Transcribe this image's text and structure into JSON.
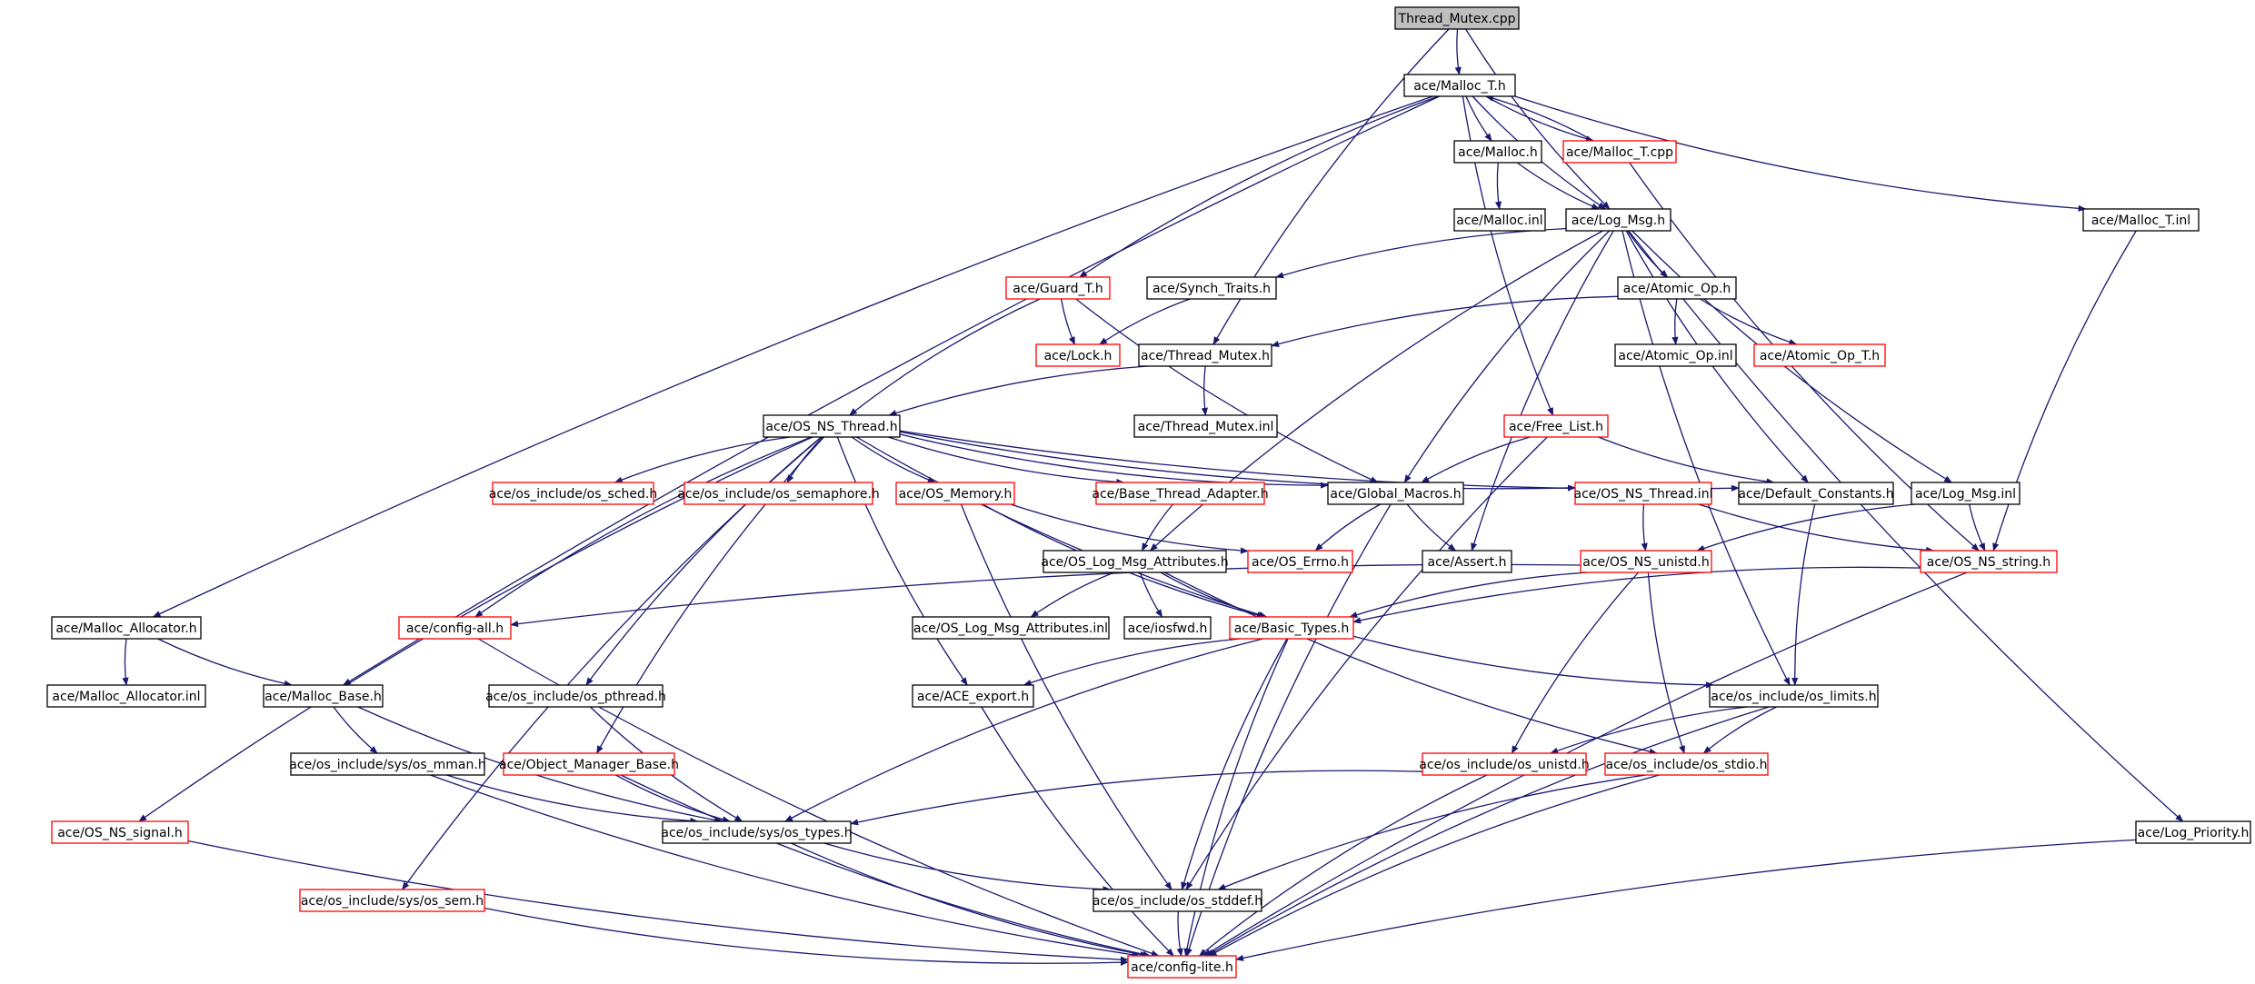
{
  "colors": {
    "edge": "#191970",
    "documented_border": "#000000",
    "undocumented_border": "#ff0000",
    "root_fill": "#bfbfbf"
  },
  "nodes": [
    {
      "id": "thread_mutex_cpp",
      "label": "Thread_Mutex.cpp",
      "style": "root"
    },
    {
      "id": "malloc_t_h",
      "label": "ace/Malloc_T.h",
      "style": "black"
    },
    {
      "id": "malloc_h",
      "label": "ace/Malloc.h",
      "style": "black"
    },
    {
      "id": "malloc_t_cpp",
      "label": "ace/Malloc_T.cpp",
      "style": "red"
    },
    {
      "id": "malloc_inl",
      "label": "ace/Malloc.inl",
      "style": "black"
    },
    {
      "id": "log_msg_h",
      "label": "ace/Log_Msg.h",
      "style": "black"
    },
    {
      "id": "malloc_t_inl",
      "label": "ace/Malloc_T.inl",
      "style": "black"
    },
    {
      "id": "guard_t_h",
      "label": "ace/Guard_T.h",
      "style": "red"
    },
    {
      "id": "synch_traits_h",
      "label": "ace/Synch_Traits.h",
      "style": "black"
    },
    {
      "id": "atomic_op_h",
      "label": "ace/Atomic_Op.h",
      "style": "black"
    },
    {
      "id": "lock_h",
      "label": "ace/Lock.h",
      "style": "red"
    },
    {
      "id": "thread_mutex_h",
      "label": "ace/Thread_Mutex.h",
      "style": "black"
    },
    {
      "id": "atomic_op_inl",
      "label": "ace/Atomic_Op.inl",
      "style": "black"
    },
    {
      "id": "atomic_op_t_h",
      "label": "ace/Atomic_Op_T.h",
      "style": "red"
    },
    {
      "id": "os_ns_thread_h",
      "label": "ace/OS_NS_Thread.h",
      "style": "black"
    },
    {
      "id": "thread_mutex_inl",
      "label": "ace/Thread_Mutex.inl",
      "style": "black"
    },
    {
      "id": "free_list_h",
      "label": "ace/Free_List.h",
      "style": "red"
    },
    {
      "id": "os_sched_h",
      "label": "ace/os_include/os_sched.h",
      "style": "red"
    },
    {
      "id": "os_semaphore_h",
      "label": "ace/os_include/os_semaphore.h",
      "style": "red"
    },
    {
      "id": "os_memory_h",
      "label": "ace/OS_Memory.h",
      "style": "red"
    },
    {
      "id": "base_thread_adapter_h",
      "label": "ace/Base_Thread_Adapter.h",
      "style": "red"
    },
    {
      "id": "global_macros_h",
      "label": "ace/Global_Macros.h",
      "style": "black"
    },
    {
      "id": "os_ns_thread_inl",
      "label": "ace/OS_NS_Thread.inl",
      "style": "red"
    },
    {
      "id": "default_constants_h",
      "label": "ace/Default_Constants.h",
      "style": "black"
    },
    {
      "id": "log_msg_inl",
      "label": "ace/Log_Msg.inl",
      "style": "black"
    },
    {
      "id": "os_log_msg_attributes_h",
      "label": "ace/OS_Log_Msg_Attributes.h",
      "style": "black"
    },
    {
      "id": "os_errno_h",
      "label": "ace/OS_Errno.h",
      "style": "red"
    },
    {
      "id": "assert_h",
      "label": "ace/Assert.h",
      "style": "black"
    },
    {
      "id": "os_ns_unistd_h",
      "label": "ace/OS_NS_unistd.h",
      "style": "red"
    },
    {
      "id": "os_ns_string_h",
      "label": "ace/OS_NS_string.h",
      "style": "red"
    },
    {
      "id": "malloc_allocator_h",
      "label": "ace/Malloc_Allocator.h",
      "style": "black"
    },
    {
      "id": "config_all_h",
      "label": "ace/config-all.h",
      "style": "red"
    },
    {
      "id": "os_log_msg_attributes_inl",
      "label": "ace/OS_Log_Msg_Attributes.inl",
      "style": "black"
    },
    {
      "id": "iosfwd_h",
      "label": "ace/iosfwd.h",
      "style": "black"
    },
    {
      "id": "basic_types_h",
      "label": "ace/Basic_Types.h",
      "style": "red"
    },
    {
      "id": "malloc_allocator_inl",
      "label": "ace/Malloc_Allocator.inl",
      "style": "black"
    },
    {
      "id": "malloc_base_h",
      "label": "ace/Malloc_Base.h",
      "style": "black"
    },
    {
      "id": "os_pthread_h",
      "label": "ace/os_include/os_pthread.h",
      "style": "black"
    },
    {
      "id": "ace_export_h",
      "label": "ace/ACE_export.h",
      "style": "black"
    },
    {
      "id": "os_limits_h",
      "label": "ace/os_include/os_limits.h",
      "style": "black"
    },
    {
      "id": "sys_os_mman_h",
      "label": "ace/os_include/sys/os_mman.h",
      "style": "black"
    },
    {
      "id": "object_manager_base_h",
      "label": "ace/Object_Manager_Base.h",
      "style": "red"
    },
    {
      "id": "os_unistd_h",
      "label": "ace/os_include/os_unistd.h",
      "style": "red"
    },
    {
      "id": "os_stdio_h",
      "label": "ace/os_include/os_stdio.h",
      "style": "red"
    },
    {
      "id": "os_ns_signal_h",
      "label": "ace/OS_NS_signal.h",
      "style": "red"
    },
    {
      "id": "sys_os_types_h",
      "label": "ace/os_include/sys/os_types.h",
      "style": "black"
    },
    {
      "id": "log_priority_h",
      "label": "ace/Log_Priority.h",
      "style": "black"
    },
    {
      "id": "sys_os_sem_h",
      "label": "ace/os_include/sys/os_sem.h",
      "style": "red"
    },
    {
      "id": "os_stddef_h",
      "label": "ace/os_include/os_stddef.h",
      "style": "black"
    },
    {
      "id": "config_lite_h",
      "label": "ace/config-lite.h",
      "style": "red"
    }
  ],
  "edges": [
    [
      "thread_mutex_cpp",
      "malloc_t_h"
    ],
    [
      "thread_mutex_cpp",
      "log_msg_h"
    ],
    [
      "thread_mutex_cpp",
      "thread_mutex_h"
    ],
    [
      "malloc_t_h",
      "malloc_h"
    ],
    [
      "malloc_t_h",
      "malloc_t_cpp"
    ],
    [
      "malloc_t_h",
      "malloc_t_inl"
    ],
    [
      "malloc_t_h",
      "guard_t_h"
    ],
    [
      "malloc_t_h",
      "free_list_h"
    ],
    [
      "malloc_t_h",
      "log_msg_h"
    ],
    [
      "malloc_t_h",
      "malloc_allocator_h"
    ],
    [
      "malloc_t_h",
      "malloc_base_h"
    ],
    [
      "malloc_t_cpp",
      "malloc_t_h"
    ],
    [
      "malloc_t_cpp",
      "os_ns_string_h"
    ],
    [
      "malloc_h",
      "malloc_inl"
    ],
    [
      "malloc_h",
      "log_msg_h"
    ],
    [
      "log_msg_h",
      "synch_traits_h"
    ],
    [
      "log_msg_h",
      "atomic_op_h"
    ],
    [
      "log_msg_h",
      "global_macros_h"
    ],
    [
      "log_msg_h",
      "default_constants_h"
    ],
    [
      "log_msg_h",
      "log_msg_inl"
    ],
    [
      "log_msg_h",
      "os_log_msg_attributes_h"
    ],
    [
      "log_msg_h",
      "assert_h"
    ],
    [
      "log_msg_h",
      "os_limits_h"
    ],
    [
      "log_msg_h",
      "log_priority_h"
    ],
    [
      "malloc_t_inl",
      "os_ns_string_h"
    ],
    [
      "guard_t_h",
      "lock_h"
    ],
    [
      "guard_t_h",
      "os_ns_thread_h"
    ],
    [
      "guard_t_h",
      "global_macros_h"
    ],
    [
      "synch_traits_h",
      "lock_h"
    ],
    [
      "atomic_op_h",
      "thread_mutex_h"
    ],
    [
      "atomic_op_h",
      "atomic_op_inl"
    ],
    [
      "atomic_op_h",
      "atomic_op_t_h"
    ],
    [
      "thread_mutex_h",
      "os_ns_thread_h"
    ],
    [
      "thread_mutex_h",
      "thread_mutex_inl"
    ],
    [
      "os_ns_thread_h",
      "os_sched_h"
    ],
    [
      "os_ns_thread_h",
      "os_semaphore_h"
    ],
    [
      "os_ns_thread_h",
      "os_memory_h"
    ],
    [
      "os_ns_thread_h",
      "base_thread_adapter_h"
    ],
    [
      "os_ns_thread_h",
      "global_macros_h"
    ],
    [
      "os_ns_thread_h",
      "os_ns_thread_inl"
    ],
    [
      "os_ns_thread_h",
      "default_constants_h"
    ],
    [
      "os_ns_thread_h",
      "config_all_h"
    ],
    [
      "os_ns_thread_h",
      "ace_export_h"
    ],
    [
      "os_ns_thread_h",
      "os_pthread_h"
    ],
    [
      "os_ns_thread_h",
      "object_manager_base_h"
    ],
    [
      "os_ns_thread_h",
      "sys_os_sem_h"
    ],
    [
      "os_ns_thread_h",
      "os_ns_signal_h"
    ],
    [
      "os_ns_thread_h",
      "basic_types_h"
    ],
    [
      "free_list_h",
      "global_macros_h"
    ],
    [
      "free_list_h",
      "default_constants_h"
    ],
    [
      "free_list_h",
      "os_stddef_h"
    ],
    [
      "os_memory_h",
      "os_errno_h"
    ],
    [
      "os_memory_h",
      "basic_types_h"
    ],
    [
      "os_memory_h",
      "os_stddef_h"
    ],
    [
      "base_thread_adapter_h",
      "os_log_msg_attributes_h"
    ],
    [
      "global_macros_h",
      "os_errno_h"
    ],
    [
      "global_macros_h",
      "assert_h"
    ],
    [
      "global_macros_h",
      "config_lite_h"
    ],
    [
      "os_ns_thread_inl",
      "os_ns_unistd_h"
    ],
    [
      "os_ns_thread_inl",
      "os_ns_string_h"
    ],
    [
      "default_constants_h",
      "os_limits_h"
    ],
    [
      "log_msg_inl",
      "os_ns_string_h"
    ],
    [
      "log_msg_inl",
      "os_ns_unistd_h"
    ],
    [
      "os_log_msg_attributes_h",
      "os_log_msg_attributes_inl"
    ],
    [
      "os_log_msg_attributes_h",
      "iosfwd_h"
    ],
    [
      "os_log_msg_attributes_h",
      "basic_types_h"
    ],
    [
      "os_log_msg_attributes_h",
      "os_stdio_h"
    ],
    [
      "os_ns_unistd_h",
      "config_all_h"
    ],
    [
      "os_ns_unistd_h",
      "basic_types_h"
    ],
    [
      "os_ns_unistd_h",
      "os_unistd_h"
    ],
    [
      "os_ns_unistd_h",
      "os_stdio_h"
    ],
    [
      "os_ns_string_h",
      "basic_types_h"
    ],
    [
      "os_ns_string_h",
      "config_lite_h"
    ],
    [
      "malloc_allocator_h",
      "malloc_allocator_inl"
    ],
    [
      "malloc_allocator_h",
      "malloc_base_h"
    ],
    [
      "config_all_h",
      "config_lite_h"
    ],
    [
      "basic_types_h",
      "ace_export_h"
    ],
    [
      "basic_types_h",
      "os_limits_h"
    ],
    [
      "basic_types_h",
      "sys_os_types_h"
    ],
    [
      "basic_types_h",
      "os_stddef_h"
    ],
    [
      "basic_types_h",
      "config_lite_h"
    ],
    [
      "malloc_base_h",
      "sys_os_mman_h"
    ],
    [
      "malloc_base_h",
      "sys_os_types_h"
    ],
    [
      "os_pthread_h",
      "sys_os_types_h"
    ],
    [
      "ace_export_h",
      "config_lite_h"
    ],
    [
      "os_limits_h",
      "os_unistd_h"
    ],
    [
      "os_limits_h",
      "os_stdio_h"
    ],
    [
      "os_limits_h",
      "config_lite_h"
    ],
    [
      "sys_os_mman_h",
      "sys_os_types_h"
    ],
    [
      "sys_os_mman_h",
      "config_lite_h"
    ],
    [
      "object_manager_base_h",
      "sys_os_types_h"
    ],
    [
      "object_manager_base_h",
      "config_lite_h"
    ],
    [
      "os_unistd_h",
      "sys_os_types_h"
    ],
    [
      "os_unistd_h",
      "config_lite_h"
    ],
    [
      "os_stdio_h",
      "os_stddef_h"
    ],
    [
      "os_stdio_h",
      "config_lite_h"
    ],
    [
      "os_ns_signal_h",
      "config_lite_h"
    ],
    [
      "sys_os_types_h",
      "os_stddef_h"
    ],
    [
      "sys_os_types_h",
      "config_lite_h"
    ],
    [
      "log_priority_h",
      "config_lite_h"
    ],
    [
      "sys_os_sem_h",
      "config_lite_h"
    ],
    [
      "os_stddef_h",
      "config_lite_h"
    ]
  ]
}
